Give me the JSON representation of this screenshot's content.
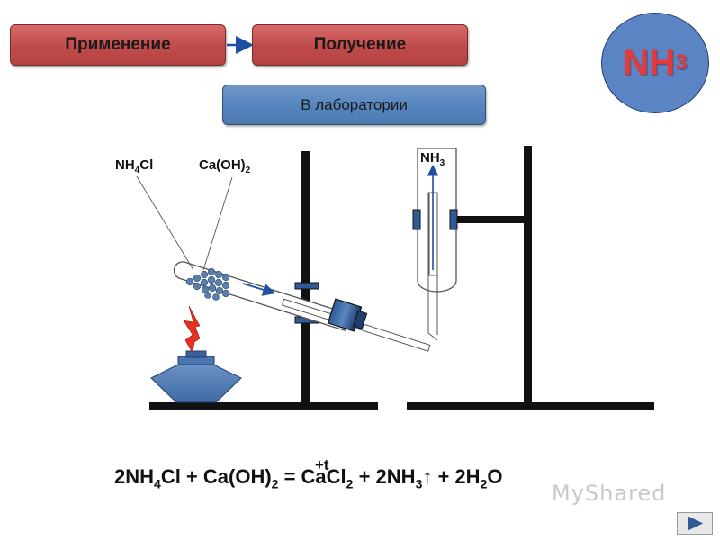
{
  "nav": {
    "usage_label": "Применение",
    "production_label": "Получение",
    "method_label": "В лаборатории"
  },
  "title_badge": {
    "formula": "NH",
    "subscript": "3"
  },
  "labels": {
    "reagent1": {
      "main": "NH",
      "sub": "4",
      "tail": "Cl"
    },
    "reagent2": {
      "main": "Ca(OH)",
      "sub": "2"
    },
    "gas": {
      "main": "NH",
      "sub": "3"
    }
  },
  "equation": {
    "condition": "+t",
    "parts": [
      {
        "t": "2NH"
      },
      {
        "s": "4"
      },
      {
        "t": "Cl + Ca(OH)"
      },
      {
        "s": "2"
      },
      {
        "t": " = CaCl"
      },
      {
        "s": "2"
      },
      {
        "t": " + 2NH"
      },
      {
        "s": "3"
      },
      {
        "t": "↑ + 2H"
      },
      {
        "s": "2"
      },
      {
        "t": "O"
      }
    ]
  },
  "watermark": "MyShared",
  "colors": {
    "nav_red": "#c04a4a",
    "nav_blue": "#5585bf",
    "badge_blue": "#5b84c4",
    "badge_text": "#e23a3a",
    "granules": "#5a7fa8",
    "flame": "#e8301c",
    "arrow": "#1f4fa0"
  },
  "icons": {
    "next": "play-right-icon"
  }
}
